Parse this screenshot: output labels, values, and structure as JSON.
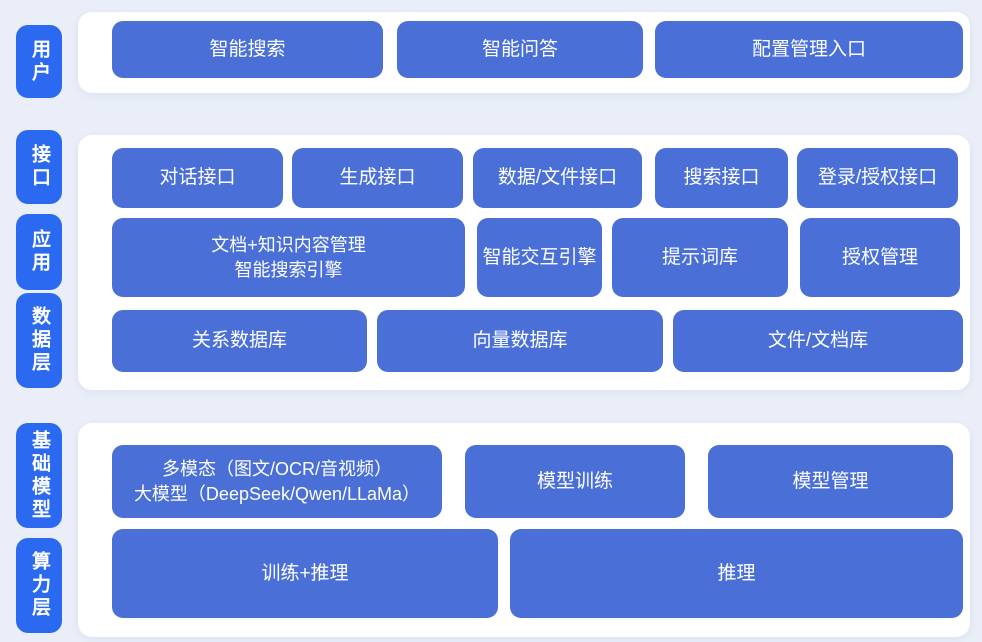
{
  "colors": {
    "page_background": "#e9eef8",
    "panel_background": "#ffffff",
    "rail_blue": "#2b69f0",
    "block_blue": "#4a70d8",
    "text_white": "#ffffff"
  },
  "rails": [
    {
      "label": "用户"
    },
    {
      "label": "接口"
    },
    {
      "label": "应用"
    },
    {
      "label": "数据层"
    },
    {
      "label": "基础模型"
    },
    {
      "label": "算力层"
    }
  ],
  "rows": [
    {
      "name": "user",
      "buttons": [
        "智能搜索",
        "智能问答",
        "配置管理入口"
      ]
    },
    {
      "name": "interface",
      "buttons": [
        "对话接口",
        "生成接口",
        "数据/文件接口",
        "搜索接口",
        "登录/授权接口"
      ]
    },
    {
      "name": "application",
      "buttons": [
        "文档+知识内容管理\n智能搜索引擎",
        "智能交互引擎",
        "提示词库",
        "授权管理"
      ]
    },
    {
      "name": "data",
      "buttons": [
        "关系数据库",
        "向量数据库",
        "文件/文档库"
      ]
    },
    {
      "name": "model",
      "buttons": [
        "多模态（图文/OCR/音视频）\n大模型（DeepSeek/Qwen/LLaMa）",
        "模型训练",
        "模型管理"
      ]
    },
    {
      "name": "compute",
      "buttons": [
        "训练+推理",
        "推理"
      ]
    }
  ]
}
